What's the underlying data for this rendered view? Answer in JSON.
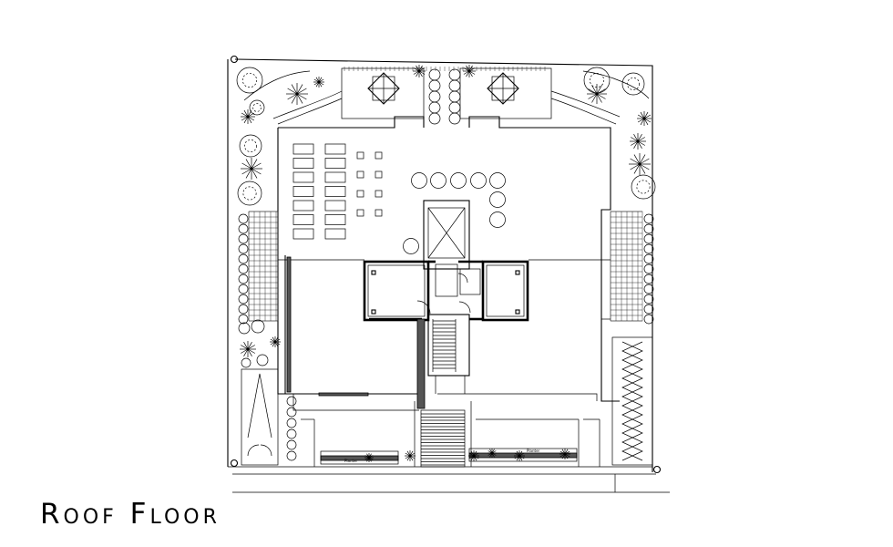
{
  "drawing": {
    "title": "Roof Floor",
    "planter_label_left": "Planter",
    "planter_label_right": "Planter"
  },
  "colors": {
    "line": "#000000",
    "background": "#ffffff",
    "hatch": "#555555"
  },
  "icons": [
    "tree-icon",
    "palm-icon",
    "umbrella-table-icon",
    "lounger-icon",
    "column-icon"
  ]
}
